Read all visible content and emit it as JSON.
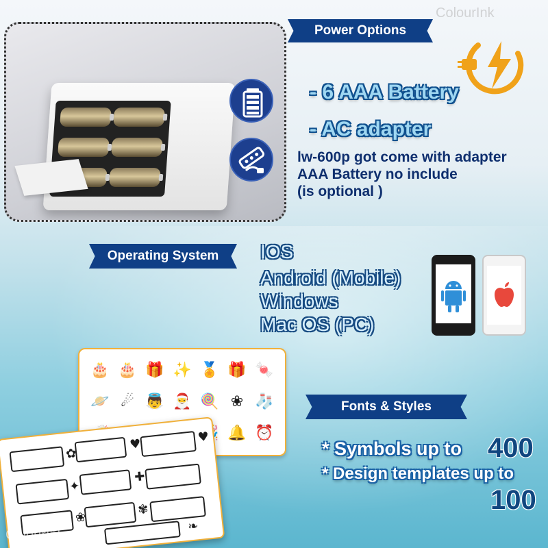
{
  "watermark": {
    "brand": "ColourInk"
  },
  "power": {
    "title": "Power Options",
    "option_battery": "- 6 AAA Battery",
    "option_ac": "- AC adapter",
    "notes": [
      "lw-600p got come with adapter",
      "AAA Battery no include",
      "(is optional )"
    ]
  },
  "os": {
    "title": "Operating System",
    "items": [
      "IOS",
      "Android (Mobile)",
      "Windows",
      "Mac OS (PC)"
    ]
  },
  "fonts": {
    "title": "Fonts & Styles",
    "symbols_text": "* Symbols up to",
    "symbols_count": "400",
    "templates_text": "* Design templates up to",
    "templates_count": "100"
  },
  "icons": {
    "battery": "battery-icon",
    "plug": "plug-icon",
    "power": "power-bolt-icon",
    "android": "android-icon",
    "apple": "apple-icon"
  },
  "symbols_grid": [
    "🎂",
    "🎂",
    "🎁",
    "✨",
    "🏅",
    "🎁",
    "🍬",
    "🪐",
    "☄",
    "👼",
    "🎅",
    "🍭",
    "❀",
    "🧦",
    "🥂",
    "❄",
    "🍁",
    "❄",
    "🎉",
    "🔔",
    "⏰"
  ],
  "colors": {
    "banner": "#0f3f86",
    "accent_orange": "#f0a21a",
    "card_border": "#f0b03a",
    "text_dark_blue": "#0f2f6e"
  }
}
